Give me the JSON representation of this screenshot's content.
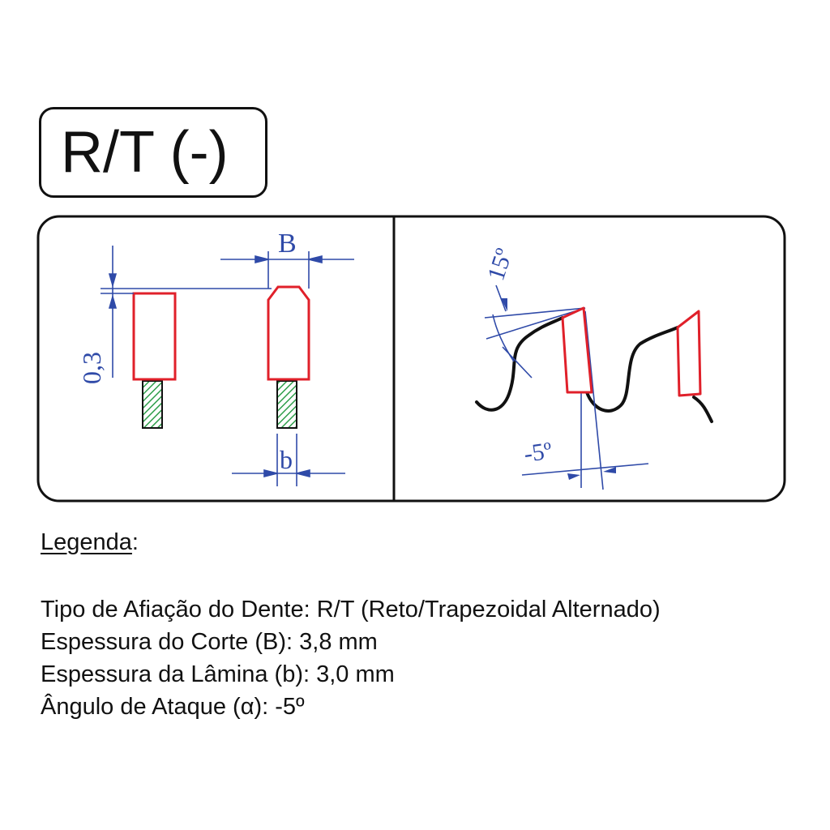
{
  "title": "R/T (-)",
  "diagram": {
    "label_B": "B",
    "label_b": "b",
    "label_height": "0,3",
    "label_angle_top": "15º",
    "label_angle_bottom": "-5º"
  },
  "legend": {
    "heading": "Legenda",
    "heading_suffix": ":",
    "items": [
      "Tipo de Afiação do Dente: R/T (Reto/Trapezoidal Alternado)",
      "Espessura do Corte (B): 3,8 mm",
      "Espessura da Lâmina (b): 3,0 mm",
      "Ângulo de Ataque (α): -5º"
    ]
  },
  "colors": {
    "outline": "#111111",
    "tooth": "#e0202a",
    "dimension": "#2f4aa8",
    "hatch": "#2e9e4a"
  }
}
